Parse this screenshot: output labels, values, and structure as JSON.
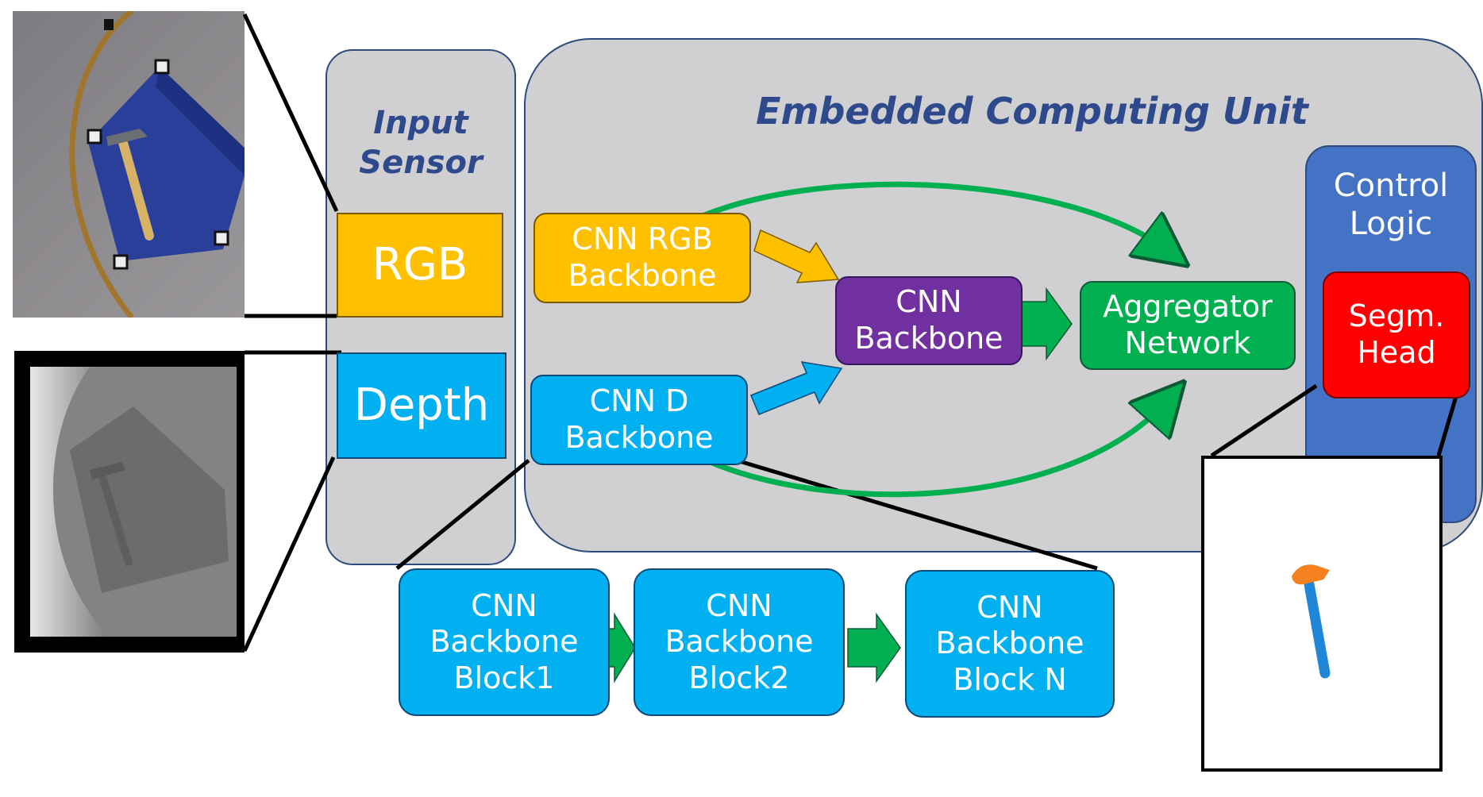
{
  "input_sensor": {
    "title": "Input\nSensor",
    "rgb": "RGB",
    "depth": "Depth"
  },
  "ecu": {
    "title": "Embedded Computing Unit",
    "cnn_rgb": "CNN RGB\nBackbone",
    "cnn_d": "CNN D\nBackbone",
    "cnn_backbone": "CNN\nBackbone",
    "aggregator": "Aggregator\nNetwork"
  },
  "control_logic": {
    "title": "Control\nLogic",
    "segm_head": "Segm.\nHead"
  },
  "blocks": [
    "CNN\nBackbone\nBlock1",
    "CNN\nBackbone\nBlock2",
    "CNN\nBackbone\nBlock N"
  ],
  "colors": {
    "rgb": "#ffc000",
    "depth": "#00b0f0",
    "cnn_backbone": "#7030a0",
    "aggregator": "#00b050",
    "control_logic": "#4472c4",
    "segm_head": "#ff0000",
    "panel": "#d0cfd1"
  }
}
